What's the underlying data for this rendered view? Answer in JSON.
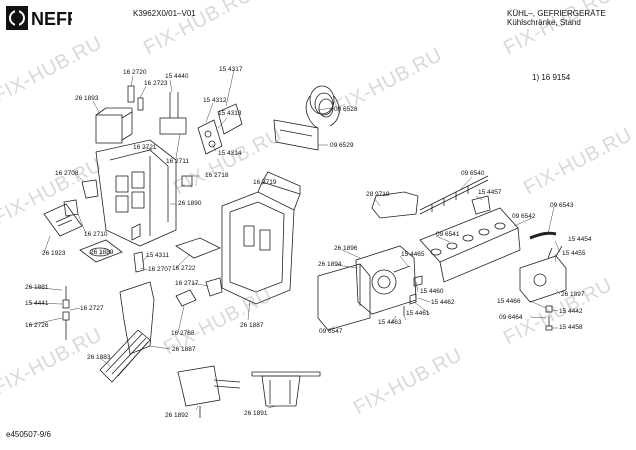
{
  "header": {
    "brand": "NEFF",
    "model": "K3962X0/01–V01",
    "category": "KÜHL–, GEFRIERGERÄTE",
    "subcategory": "Kühlschränke, Stand",
    "footnote": "1) 16 9154"
  },
  "footer": {
    "drawing_id": "e450507-9/6"
  },
  "watermark": {
    "text": "FIX-HUB.RU"
  },
  "parts": [
    "16 2720",
    "16 2723",
    "15 4440",
    "15 4317",
    "15 4312",
    "15 4313",
    "09 6528",
    "26 1893",
    "16 2721",
    "16 2711",
    "15 4314",
    "09 6529",
    "16 2708",
    "16 2718",
    "16 2719",
    "28 9719",
    "09 6540",
    "15 4457",
    "26 1890",
    "09 6542",
    "09 6543",
    "26 1923",
    "16 2710",
    "09 6541",
    "26 1896",
    "15 4454",
    "15 4455",
    "26 1889",
    "15 4311",
    "26 1894",
    "15 4465",
    "16 2707",
    "16 2722",
    "16 2717",
    "26 1881",
    "15 4441",
    "16 2727",
    "15 4460",
    "15 4462",
    "26 1897",
    "15 4466",
    "15 4442",
    "16 2726",
    "16 2768",
    "26 1887",
    "09 6547",
    "15 4463",
    "15 4461",
    "09 6464",
    "15 4458",
    "26 1883",
    "26 1887",
    "26 1892",
    "26 1891"
  ]
}
